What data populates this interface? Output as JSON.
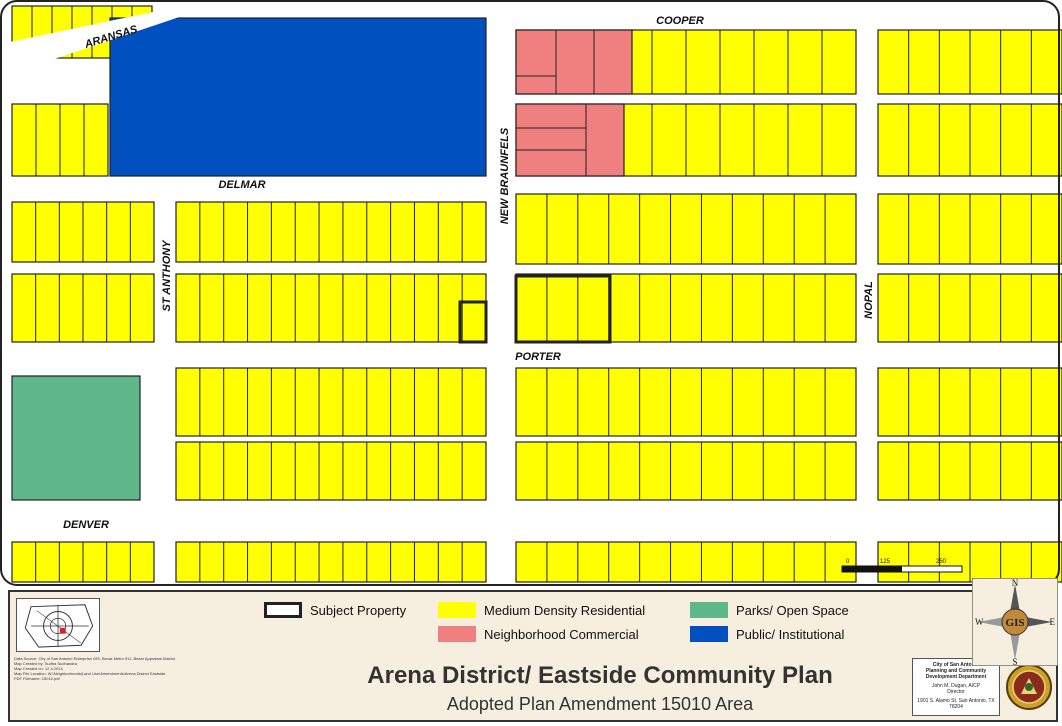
{
  "streets": {
    "cooper": "COOPER",
    "aransas": "ARANSAS",
    "delmar": "DELMAR",
    "new_braunfels": "NEW BRAUNFELS",
    "st_anthony": "ST ANTHONY",
    "nopal": "NOPAL",
    "porter": "PORTER",
    "denver": "DENVER"
  },
  "colors": {
    "medium_density_residential": "#ffff00",
    "neighborhood_commercial": "#f08080",
    "parks_open_space": "#5fb88a",
    "public_institutional": "#0050c0",
    "street": "#ffffff",
    "parcel_line": "#222222"
  },
  "legend": {
    "subject_property": "Subject Property",
    "medium_density_residential": "Medium Density Residential",
    "parks_open_space": "Parks/ Open Space",
    "neighborhood_commercial": "Neighborhood Commercial",
    "public_institutional": "Public/ Institutional"
  },
  "title": "Arena District/ Eastside Community Plan",
  "subtitle": "Adopted Plan Amendment 15010 Area",
  "scale": {
    "labels": [
      "0",
      "125",
      "250"
    ]
  },
  "north_arrow": {
    "n": "N",
    "s": "S",
    "e": "E",
    "w": "W"
  },
  "credits": {
    "data_source": "Data Source: City of San Antonio Enterprise GIS, Bexar Metro 911, Bexar Appraisal District",
    "created_by": "Map Created by: Sudha Sudhandra",
    "created_on": "Map Created on: 12.4.2014",
    "file_location": "Map File Location: W:\\Neighborhoods\\Land Use\\Amendments\\Arena District Eastside",
    "pdf_filename": "PDF Filename: 15010.pdf"
  },
  "department": {
    "city": "City of San Antonio",
    "name": "Planning and Community Development Department",
    "director_name": "John M. Dugan, AICP",
    "director_title": "Director",
    "address": "1901 S. Alamo St. San Antonio, TX 78204"
  },
  "icons": {
    "north_arrow": "compass-rose-icon",
    "seal": "city-seal-icon",
    "inset": "locator-inset-map-icon"
  }
}
